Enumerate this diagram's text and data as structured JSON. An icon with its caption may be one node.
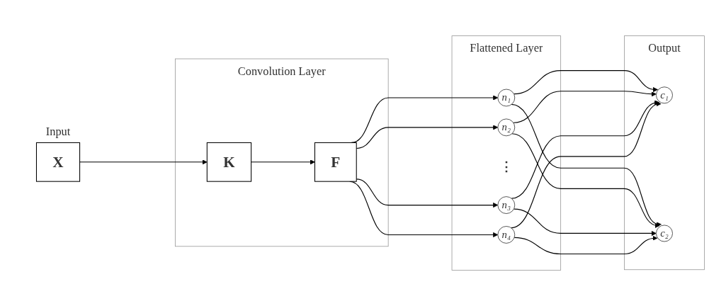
{
  "diagram": {
    "nodes": [
      {
        "text": [
          "X"
        ],
        "beside": [
          "Input"
        ]
      },
      {
        "text": [
          "Convolution Layer"
        ]
      },
      {
        "text": [
          "K"
        ],
        "in": 1
      },
      {
        "text": [
          "F"
        ],
        "in": 1
      },
      {
        "text": [
          "Flattened Layer"
        ]
      },
      {
        "text": [
          "n₁"
        ],
        "in": 4
      },
      {
        "text": [
          "n₂"
        ],
        "in": 4
      },
      {
        "text": [
          "⋮"
        ],
        "in": 4
      },
      {
        "text": [
          "n₃"
        ],
        "in": 4
      },
      {
        "text": [
          "n₄"
        ],
        "in": 4
      },
      {
        "text": [
          "Output"
        ]
      },
      {
        "text": [
          "c₁"
        ],
        "in": 10
      },
      {
        "text": [
          "c₂"
        ],
        "in": 10
      }
    ],
    "edges": [
      {
        "from": 0,
        "to": 2,
        "arrow": "to"
      },
      {
        "from": 2,
        "to": 3,
        "arrow": "to"
      },
      {
        "from": 3,
        "to": 5,
        "arrow": "to"
      },
      {
        "from": 3,
        "to": 6,
        "arrow": "to"
      },
      {
        "from": 3,
        "to": 8,
        "arrow": "to"
      },
      {
        "from": 3,
        "to": 9,
        "arrow": "to"
      },
      {
        "from": 5,
        "to": 11,
        "arrow": "to"
      },
      {
        "from": 5,
        "to": 12,
        "arrow": "to"
      },
      {
        "from": 6,
        "to": 11,
        "arrow": "to"
      },
      {
        "from": 6,
        "to": 12,
        "arrow": "to"
      },
      {
        "from": 8,
        "to": 11,
        "arrow": "to"
      },
      {
        "from": 8,
        "to": 12,
        "arrow": "to"
      },
      {
        "from": 9,
        "to": 11,
        "arrow": "to"
      },
      {
        "from": 9,
        "to": 12,
        "arrow": "to"
      }
    ]
  }
}
